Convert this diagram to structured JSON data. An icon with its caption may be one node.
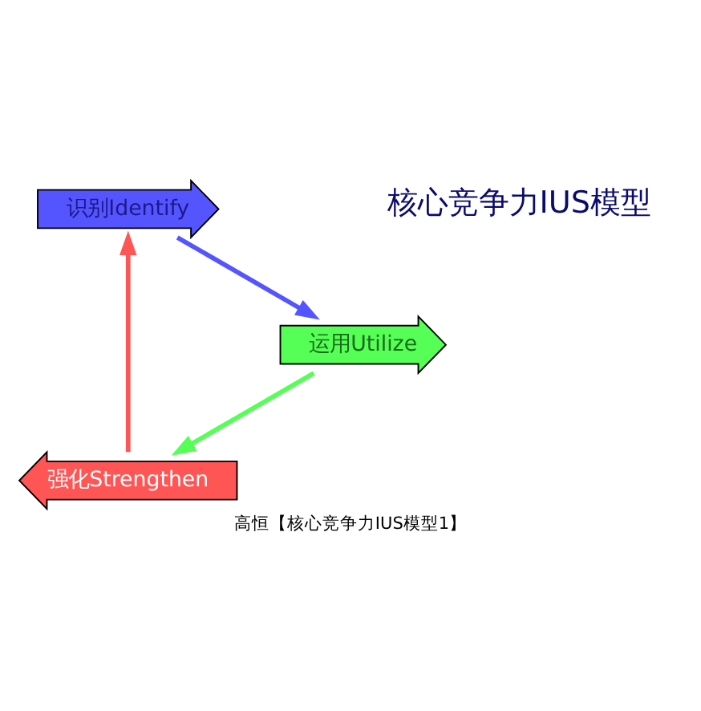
{
  "diagram": {
    "caption": "高恒【核心竞争力IUS模型1】",
    "nodes": [
      {
        "text": [
          "核心竞争力IUS模型"
        ]
      },
      {
        "text": [
          "强化Strengthen"
        ]
      },
      {
        "text": [
          "识别Identify"
        ]
      },
      {
        "text": [
          "运用Utilize"
        ]
      }
    ],
    "edges": [
      {
        "from": 1,
        "to": 2,
        "arrow": "to",
        "color": "#ff5555"
      },
      {
        "from": 2,
        "to": 3,
        "arrow": "to",
        "color": "#5555ff"
      },
      {
        "from": 3,
        "to": 1,
        "arrow": "to",
        "color": "#55ff55"
      }
    ]
  }
}
